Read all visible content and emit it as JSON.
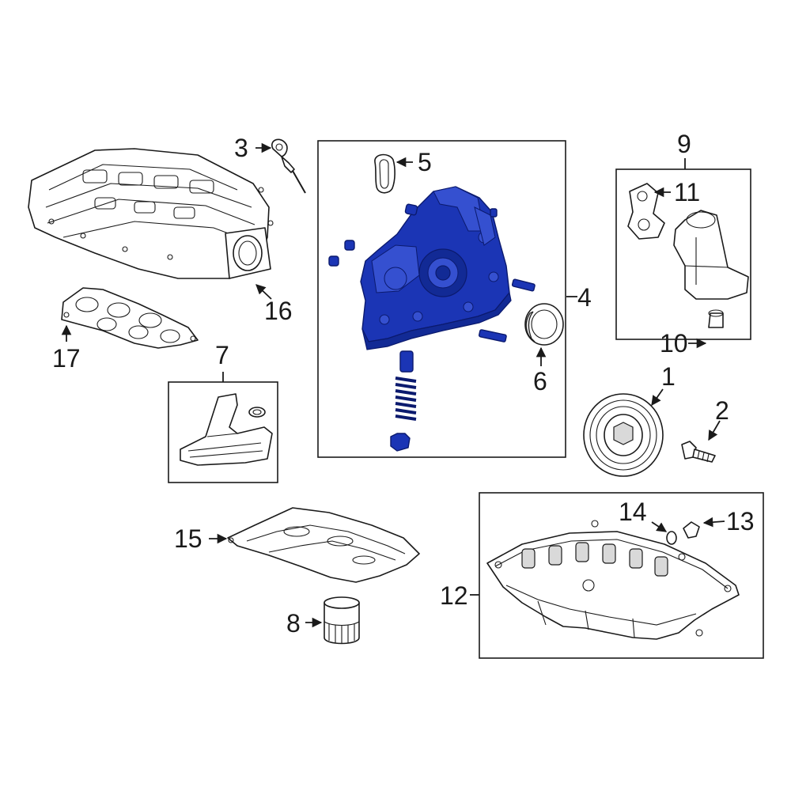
{
  "highlight_color": "#1b35b5",
  "callouts": {
    "c1": "1",
    "c2": "2",
    "c3": "3",
    "c4": "4",
    "c5": "5",
    "c6": "6",
    "c7": "7",
    "c8": "8",
    "c9": "9",
    "c10": "10",
    "c11": "11",
    "c12": "12",
    "c13": "13",
    "c14": "14",
    "c15": "15",
    "c16": "16",
    "c17": "17"
  }
}
